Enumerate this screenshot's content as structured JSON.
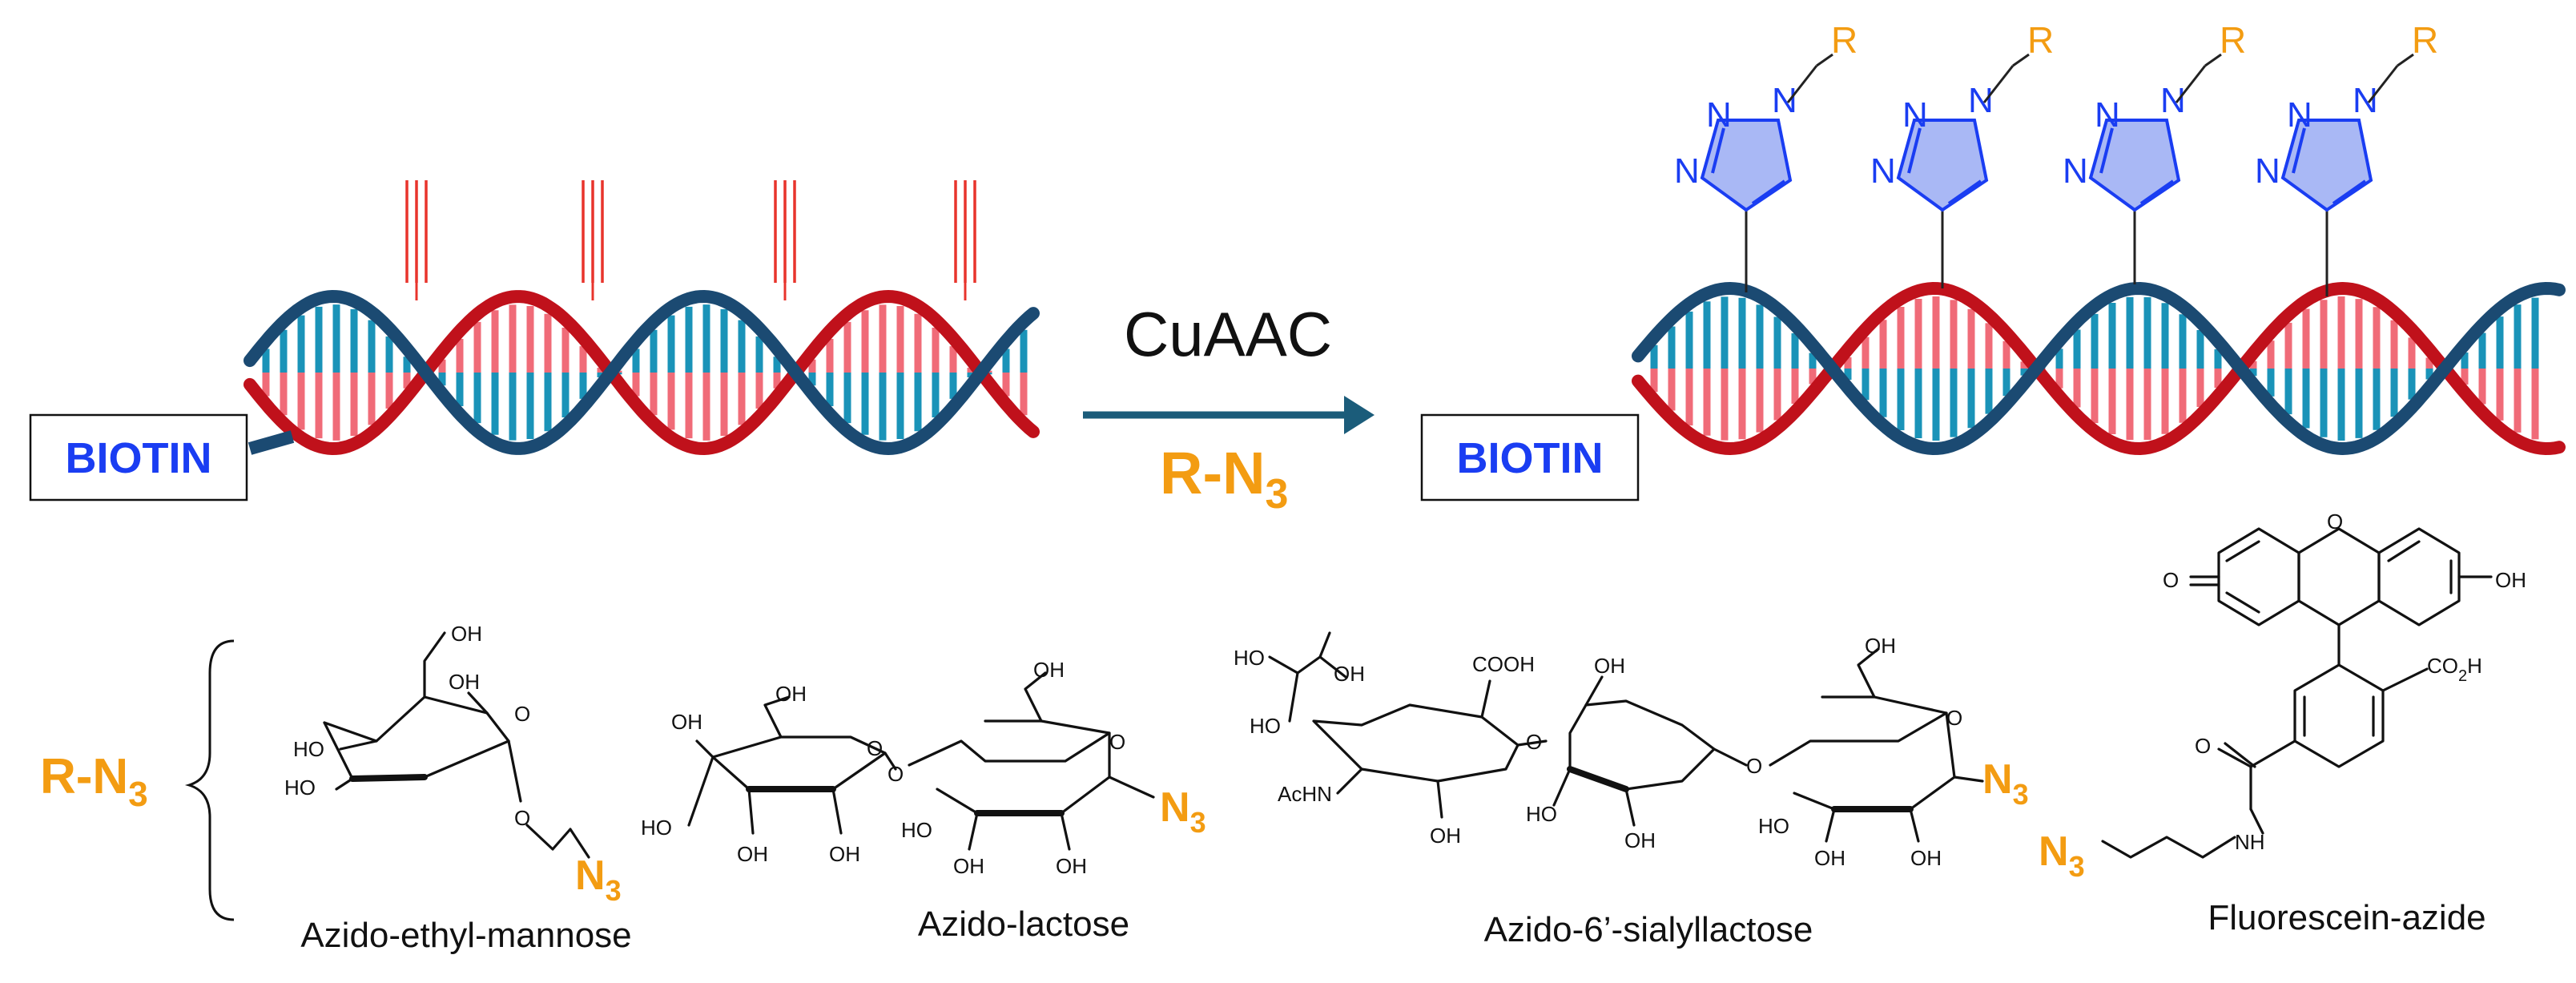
{
  "left_tag": "BIOTIN",
  "right_tag": "BIOTIN",
  "reaction": {
    "name": "CuAAC",
    "reagent_main": "R-N",
    "reagent_sub": "3"
  },
  "group_label": {
    "main": "R-N",
    "sub": "3"
  },
  "triazole": {
    "n": "N",
    "r": "R"
  },
  "atoms": {
    "oh": "OH",
    "ho": "HO",
    "o": "O",
    "n": "N",
    "n3_sub": "3",
    "cooh": "COOH",
    "achn": "AcHN",
    "co2h": "CO",
    "co2h_sub": "2",
    "co2h_h": "H",
    "nh": "NH"
  },
  "molecules": [
    {
      "caption": "Azido-ethyl-mannose"
    },
    {
      "caption": "Azido-lactose"
    },
    {
      "caption": "Azido-6’-sialyllactose"
    },
    {
      "caption": "Fluorescein-azide"
    }
  ],
  "colors": {
    "navy_strand": "#1b4a72",
    "red_strand": "#c0111b",
    "base_teal": "#1a93b8",
    "base_pink": "#f06b78",
    "alkyne": "#e8342c",
    "triazole_fill": "#a9b8f5",
    "triazole_stroke": "#1a3df2",
    "azide_orange": "#f39c12",
    "biotin_blue": "#1a3df2",
    "arrow": "#1b5c7a"
  }
}
